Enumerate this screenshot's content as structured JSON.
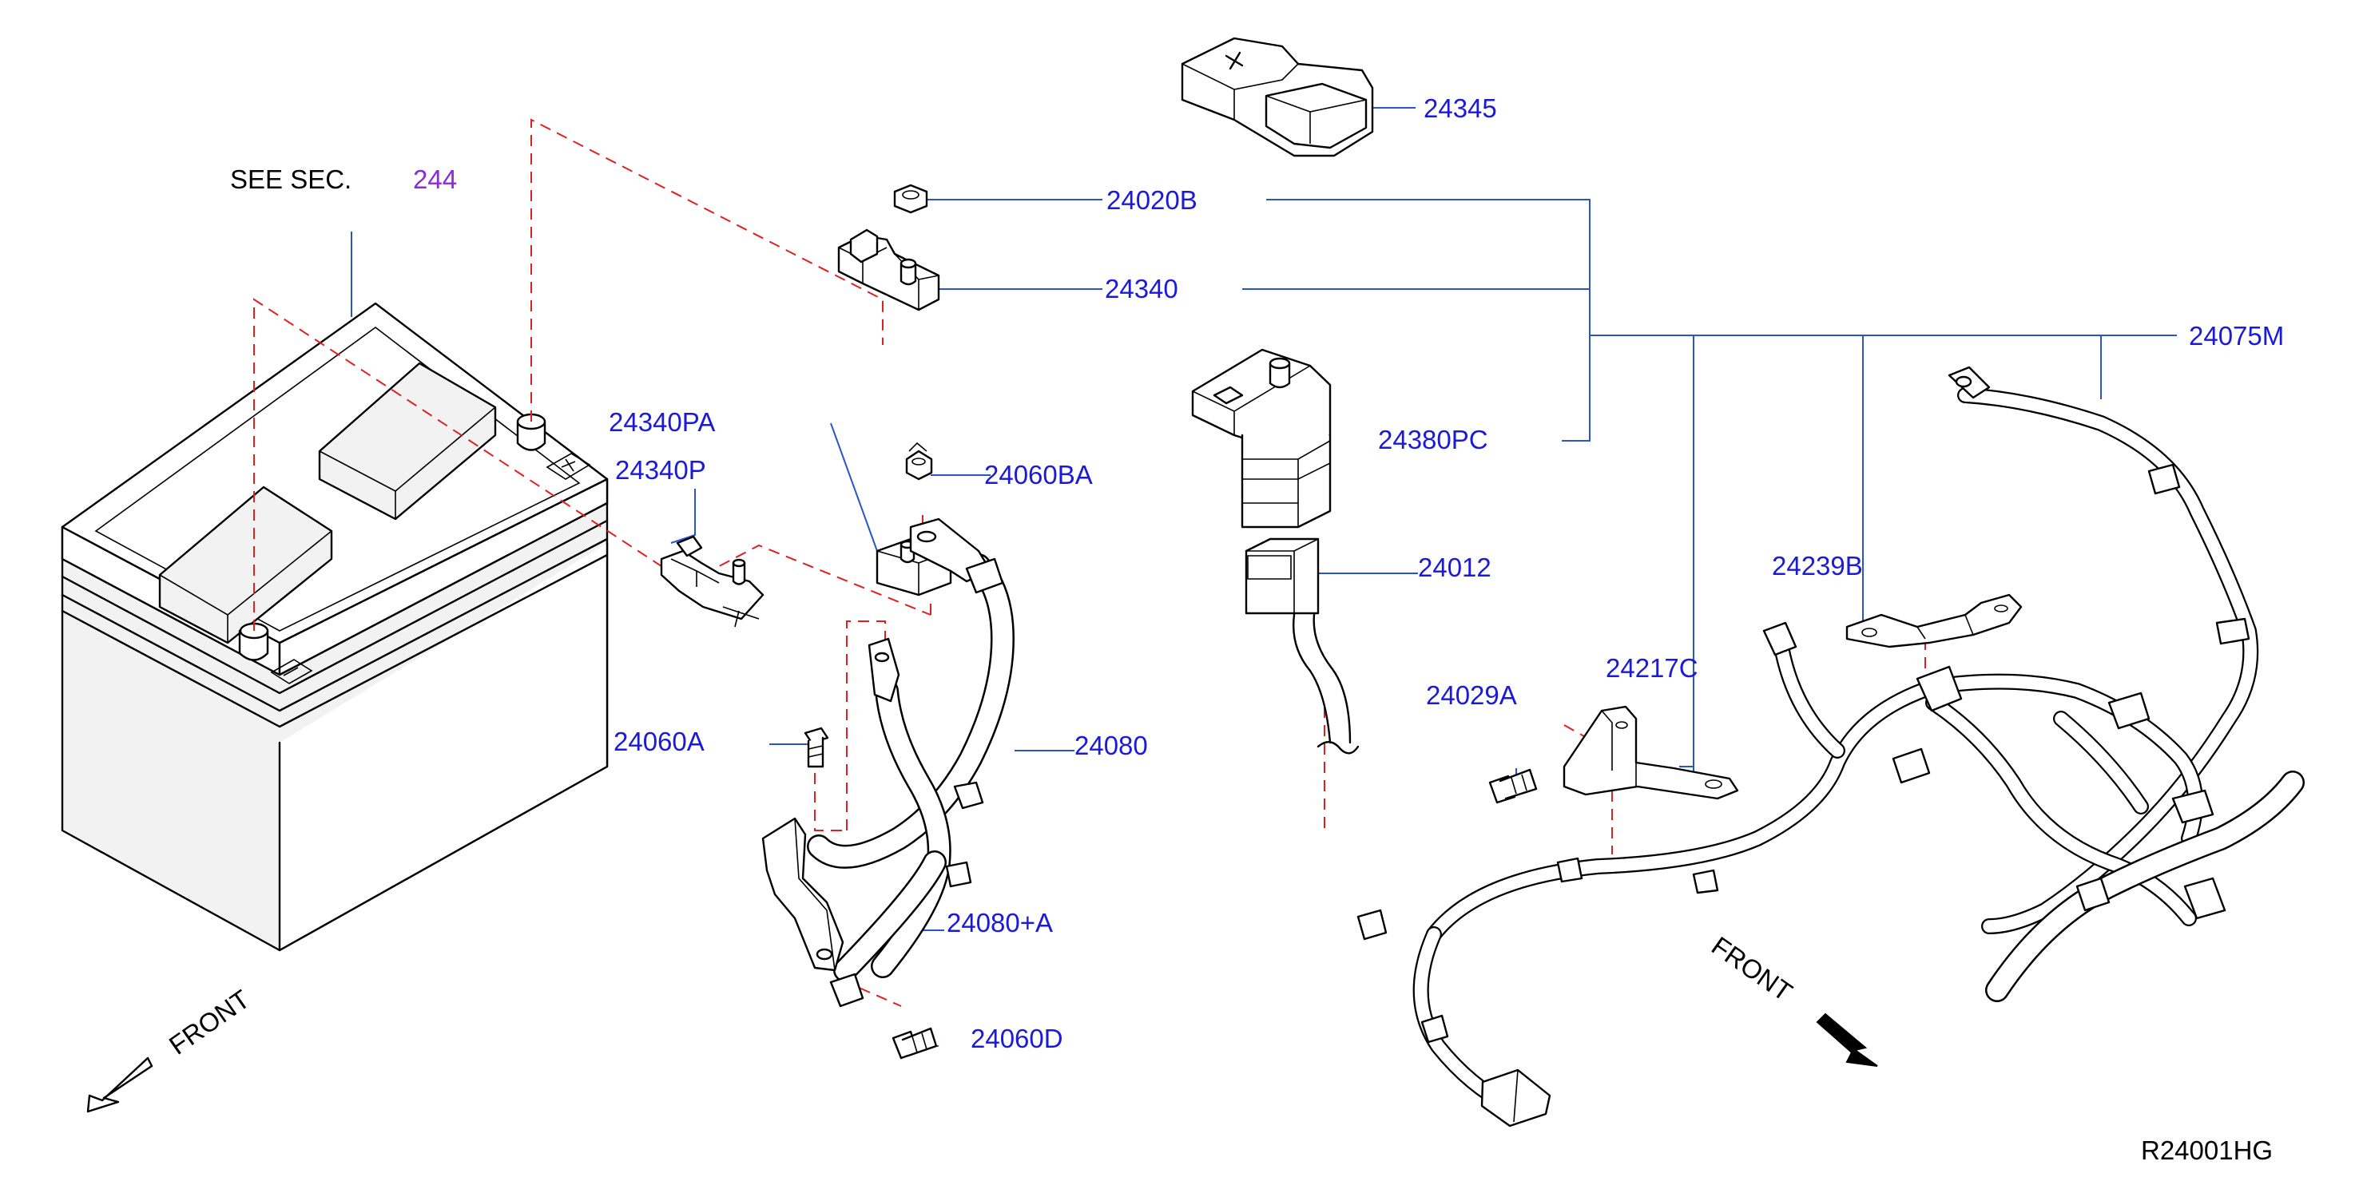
{
  "diagram": {
    "see_section": {
      "prefix": "SEE   SEC.",
      "number": "244"
    },
    "part_labels": {
      "p24345": "24345",
      "p24020B": "24020B",
      "p24340": "24340",
      "p24075M": "24075M",
      "p24380PC": "24380PC",
      "p24340PA": "24340PA",
      "p24060BA": "24060BA",
      "p24340P": "24340P",
      "p24012": "24012",
      "p24239B": "24239B",
      "p24217C": "24217C",
      "p24029A": "24029A",
      "p24060A": "24060A",
      "p24080": "24080",
      "p24080A": "24080+A",
      "p24060D": "24060D"
    },
    "front_left": "FRONT",
    "front_right": "FRONT",
    "drawing_code": "R24001HG",
    "colors": {
      "part_label": "#1a1ad8",
      "section_link": "#8a2be2",
      "leader_line": "#2a55c8",
      "phantom_line": "#e02020",
      "outline": "#000000"
    }
  }
}
